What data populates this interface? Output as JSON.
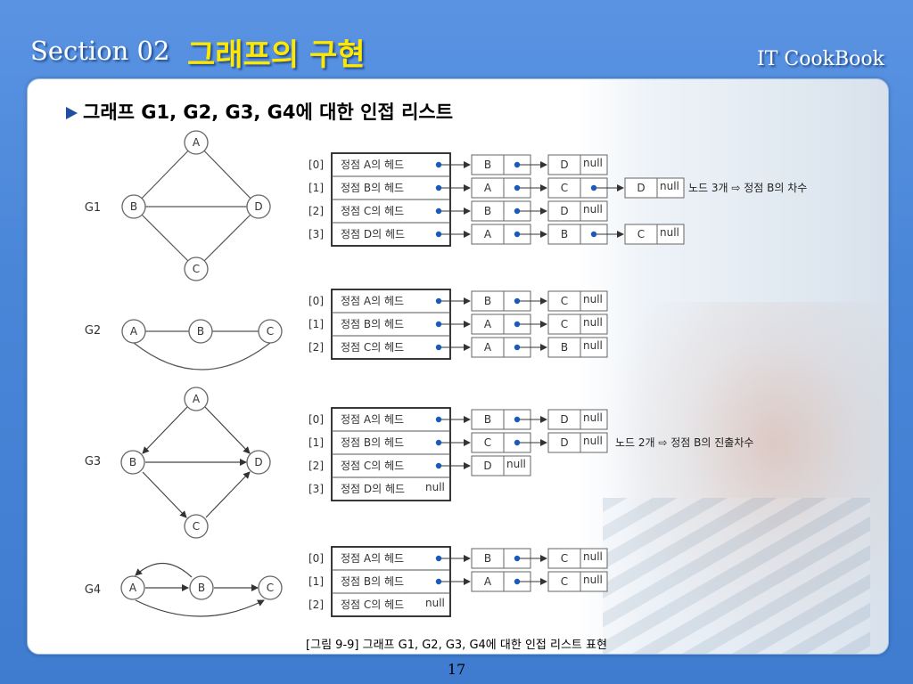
{
  "header": {
    "section": "Section 02",
    "section_title": "그래프의 구현",
    "brand": "IT CookBook"
  },
  "main": {
    "heading": "그래프 G1, G2, G3, G4에 대한 인접 리스트"
  },
  "graphs": [
    {
      "label": "G1",
      "nodes": [
        "A",
        "B",
        "C",
        "D"
      ],
      "rows": [
        {
          "index": "[0]",
          "head": "정점 A의 헤드",
          "null_in_head": false,
          "nodes": [
            "B",
            "D"
          ],
          "null_after": true
        },
        {
          "index": "[1]",
          "head": "정점 B의 헤드",
          "null_in_head": false,
          "nodes": [
            "A",
            "C",
            "D"
          ],
          "null_after": true
        },
        {
          "index": "[2]",
          "head": "정점 C의 헤드",
          "null_in_head": false,
          "nodes": [
            "B",
            "D"
          ],
          "null_after": true
        },
        {
          "index": "[3]",
          "head": "정점 D의 헤드",
          "null_in_head": false,
          "nodes": [
            "A",
            "B",
            "C"
          ],
          "null_after": true
        }
      ],
      "note": "노드 3개 ⇨ 정점 B의 차수"
    },
    {
      "label": "G2",
      "nodes": [
        "A",
        "B",
        "C"
      ],
      "rows": [
        {
          "index": "[0]",
          "head": "정점 A의 헤드",
          "null_in_head": false,
          "nodes": [
            "B",
            "C"
          ],
          "null_after": true
        },
        {
          "index": "[1]",
          "head": "정점 B의 헤드",
          "null_in_head": false,
          "nodes": [
            "A",
            "C"
          ],
          "null_after": true
        },
        {
          "index": "[2]",
          "head": "정점 C의 헤드",
          "null_in_head": false,
          "nodes": [
            "A",
            "B"
          ],
          "null_after": true
        }
      ]
    },
    {
      "label": "G3",
      "nodes": [
        "A",
        "B",
        "C",
        "D"
      ],
      "rows": [
        {
          "index": "[0]",
          "head": "정점 A의 헤드",
          "null_in_head": false,
          "nodes": [
            "B",
            "D"
          ],
          "null_after": true
        },
        {
          "index": "[1]",
          "head": "정점 B의 헤드",
          "null_in_head": false,
          "nodes": [
            "C",
            "D"
          ],
          "null_after": true
        },
        {
          "index": "[2]",
          "head": "정점 C의 헤드",
          "null_in_head": false,
          "nodes": [
            "D"
          ],
          "null_after": true
        },
        {
          "index": "[3]",
          "head": "정점 D의 헤드",
          "null_in_head": true,
          "nodes": [],
          "null_after": false
        }
      ],
      "note": "노드 2개 ⇨ 정점 B의 진출차수"
    },
    {
      "label": "G4",
      "nodes": [
        "A",
        "B",
        "C"
      ],
      "rows": [
        {
          "index": "[0]",
          "head": "정점 A의 헤드",
          "null_in_head": false,
          "nodes": [
            "B",
            "C"
          ],
          "null_after": true
        },
        {
          "index": "[1]",
          "head": "정점 B의 헤드",
          "null_in_head": false,
          "nodes": [
            "A",
            "C"
          ],
          "null_after": true
        },
        {
          "index": "[2]",
          "head": "정점 C의 헤드",
          "null_in_head": true,
          "nodes": [],
          "null_after": false
        }
      ]
    }
  ],
  "null_text": "null",
  "caption": "[그림 9-9] 그래프 G1, G2, G3, G4에 대한 인접 리스트 표현",
  "page_number": "17",
  "colors": {
    "heading_yellow": "#ffe800",
    "bullet": "#1f4fa0",
    "background": "#4a86d8"
  }
}
